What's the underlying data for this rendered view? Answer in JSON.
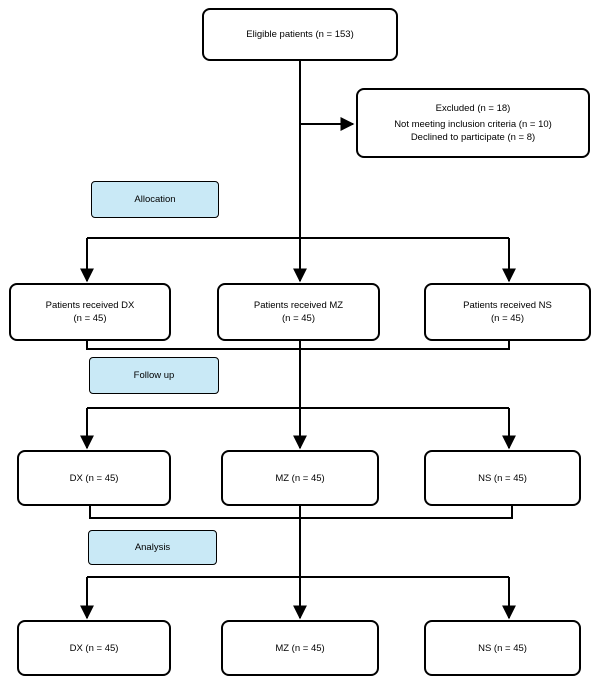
{
  "enrollment": {
    "eligible": "Eligible patients (n = 153)",
    "excluded_title": "Excluded (n = 18)",
    "excluded_reason_1": "Not meeting inclusion criteria (n = 10)",
    "excluded_reason_2": "Declined to participate (n = 8)"
  },
  "stages": {
    "allocation": "Allocation",
    "follow_up": "Follow up",
    "analysis": "Analysis"
  },
  "allocation_groups": [
    {
      "label": "Patients received DX",
      "count": "(n = 45)"
    },
    {
      "label": "Patients received MZ",
      "count": "(n = 45)"
    },
    {
      "label": "Patients received NS",
      "count": "(n = 45)"
    }
  ],
  "follow_up_groups": [
    {
      "label": "DX (n = 45)"
    },
    {
      "label": "MZ (n = 45)"
    },
    {
      "label": "NS (n = 45)"
    }
  ],
  "analysis_groups": [
    {
      "label": "DX (n = 45)"
    },
    {
      "label": "MZ (n = 45)"
    },
    {
      "label": "NS (n = 45)"
    }
  ]
}
